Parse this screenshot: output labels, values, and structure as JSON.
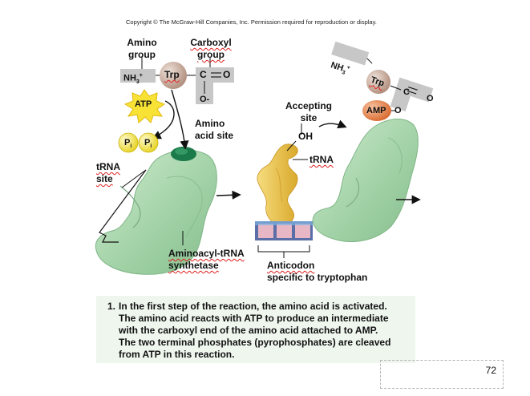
{
  "copyright": "Copyright © The McGraw-Hill Companies, Inc. Permission required for reproduction or display.",
  "labels": {
    "amino_group": "Amino\ngroup",
    "carboxyl_group": "Carboxyl\ngroup",
    "nh3": "NH",
    "nh3_sub": "3",
    "nh3_sup": "+",
    "trp": "Trp",
    "c": "C",
    "o": "O",
    "o_minus": "O-",
    "atp": "ATP",
    "pi": "P",
    "pi_sub": "i",
    "amino_acid_site": "Amino\nacid site",
    "trna_site": "tRNA\nsite",
    "aminoacyl_trna_synthetase": "Aminoacyl-tRNA\nsynthetase",
    "accepting_site": "Accepting\nsite",
    "oh": "OH",
    "trna": "tRNA",
    "anticodon": "Anticodon",
    "anticodon_specific": "specific to tryptophan",
    "amp": "AMP"
  },
  "caption": {
    "number": "1.",
    "text": "In the first step of the reaction, the amino acid is activated.\nThe amino acid reacts with ATP to produce an intermediate\nwith the carboxyl end of the amino acid attached to AMP.\nThe two terminal phosphates (pyrophosphates) are cleaved\nfrom ATP in this reaction."
  },
  "page_number": "72",
  "colors": {
    "enzyme_fill": "#9fd0a4",
    "enzyme_light": "#c9e8cb",
    "active_site": "#1a7a4a",
    "trp_ball": "#c7a99a",
    "amp_ball": "#e8834a",
    "pi_ball": "#f3e84a",
    "atp_star": "#f7e235",
    "trna_fill": "#e8be45",
    "group_box": "#c7c7c7"
  }
}
